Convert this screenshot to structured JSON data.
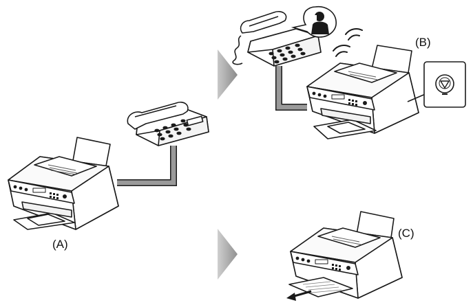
{
  "labels": {
    "a": "(A)",
    "b": "(B)",
    "c": "(C)"
  },
  "colors": {
    "line": "#1a1a1a",
    "cable": "#9a9a9a",
    "arrow": "#9b9b9b",
    "body": "#ffffff"
  },
  "icons": {
    "arrow_1": "process-arrow-icon",
    "arrow_2": "process-arrow-icon",
    "stop_button": "stop-button-icon",
    "speaker": "person-speaking-icon",
    "ringing": "sound-waves-icon",
    "paper_out": "paper-output-arrow-icon"
  }
}
